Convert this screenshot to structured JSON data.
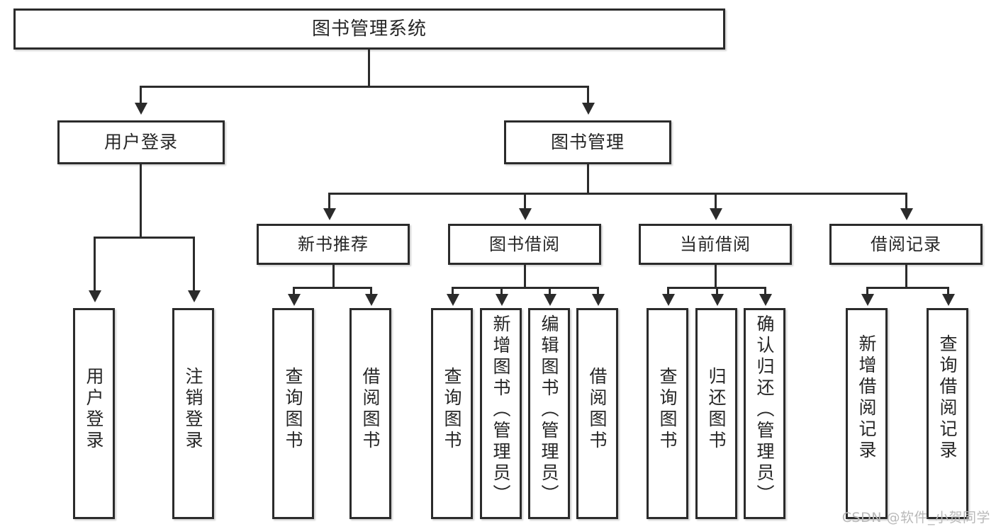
{
  "diagram": {
    "type": "tree",
    "title": "图书管理系统",
    "root": {
      "label": "图书管理系统"
    },
    "level2": [
      {
        "label": "用户登录"
      },
      {
        "label": "图书管理"
      }
    ],
    "level3": [
      {
        "label": "新书推荐"
      },
      {
        "label": "图书借阅"
      },
      {
        "label": "当前借阅"
      },
      {
        "label": "借阅记录"
      }
    ],
    "leaves": [
      {
        "label": "用户登录",
        "parent": "用户登录"
      },
      {
        "label": "注销登录",
        "parent": "用户登录"
      },
      {
        "label": "查询图书",
        "parent": "新书推荐"
      },
      {
        "label": "借阅图书",
        "parent": "新书推荐"
      },
      {
        "label": "查询图书",
        "parent": "图书借阅"
      },
      {
        "label": "新增图书（管理员）",
        "parent": "图书借阅"
      },
      {
        "label": "编辑图书（管理员）",
        "parent": "图书借阅"
      },
      {
        "label": "借阅图书",
        "parent": "图书借阅"
      },
      {
        "label": "查询图书",
        "parent": "当前借阅"
      },
      {
        "label": "归还图书",
        "parent": "当前借阅"
      },
      {
        "label": "确认归还（管理员）",
        "parent": "当前借阅"
      },
      {
        "label": "新增借阅记录",
        "parent": "借阅记录"
      },
      {
        "label": "查询借阅记录",
        "parent": "借阅记录"
      }
    ]
  },
  "watermark": {
    "text": "CSDN @软件_小贺同学"
  },
  "colors": {
    "background": "#ffffff",
    "box_fill": "#ffffff",
    "box_border": "#2b2b2b",
    "connector": "#2b2b2b",
    "text": "#262626",
    "watermark": "#b9b9b9"
  }
}
